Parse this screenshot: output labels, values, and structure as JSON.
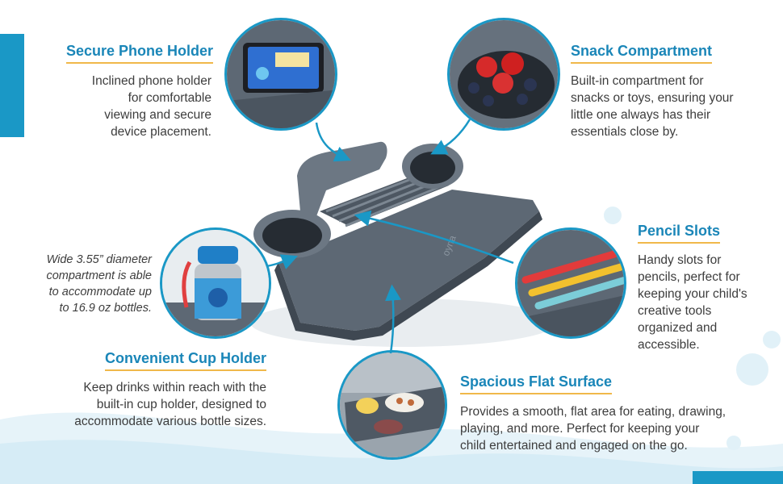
{
  "brand": {
    "logo": "oyna"
  },
  "features": {
    "phone": {
      "title": "Secure Phone Holder",
      "lines": [
        "Inclined phone holder",
        "for comfortable",
        "viewing and secure",
        "device placement."
      ]
    },
    "snack": {
      "title": "Snack Compartment",
      "lines": [
        "Built-in compartment for",
        "snacks or toys, ensuring your",
        "little one always has their",
        "essentials close by."
      ]
    },
    "pencil": {
      "title": "Pencil Slots",
      "lines": [
        "Handy slots for",
        "pencils, perfect for",
        "keeping your child's",
        "creative tools",
        "organized and",
        "accessible."
      ]
    },
    "diameter": {
      "lines": [
        "Wide 3.55” diameter",
        "compartment is able",
        "to accommodate up",
        "to 16.9 oz bottles."
      ]
    },
    "cup": {
      "title": "Convenient Cup Holder",
      "lines": [
        "Keep drinks within reach with the",
        "built-in cup holder, designed to",
        "accommodate various bottle sizes."
      ]
    },
    "surface": {
      "title": "Spacious Flat Surface",
      "lines": [
        "Provides a smooth, flat area for eating, drawing,",
        "playing, and more. Perfect for keeping your",
        "child entertained and engaged on the go."
      ]
    }
  },
  "colors": {
    "accent": "#1a98c6",
    "heading": "#1a86b8",
    "underline": "#f0b84a",
    "tray": "#5d6874",
    "text": "#3d3d3d"
  }
}
